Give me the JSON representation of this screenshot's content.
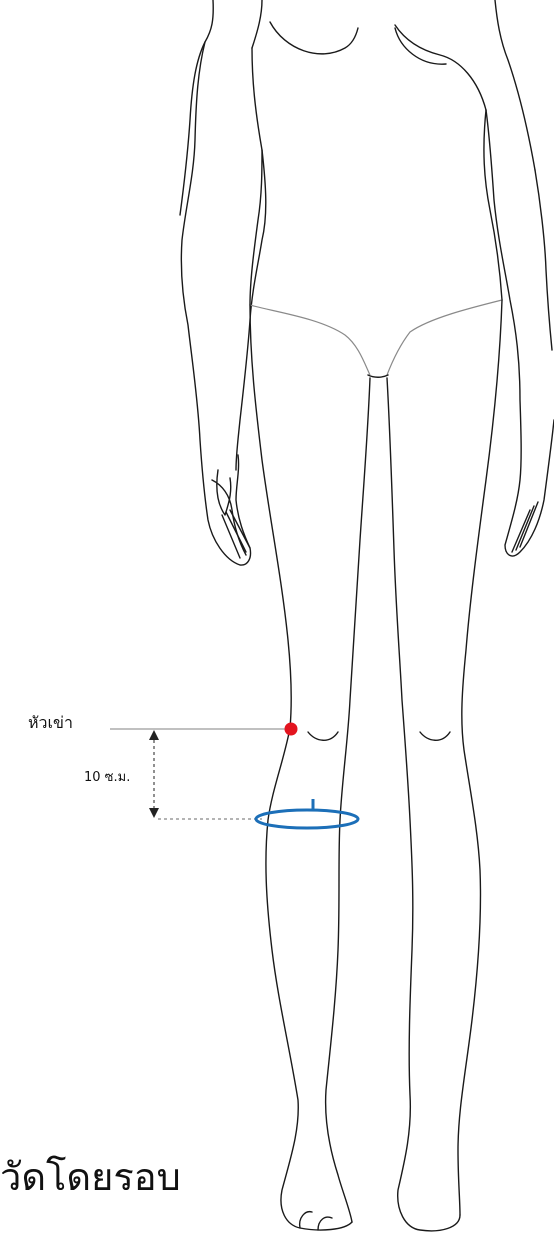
{
  "labels": {
    "knee": "หัวเข่า",
    "distance": "10 ซ.ม."
  },
  "caption": "วัดโดยรอบ",
  "colors": {
    "knee_marker": "#e3141f",
    "measure_ring": "#1c6fb8",
    "outline": "#1a1a1a"
  }
}
